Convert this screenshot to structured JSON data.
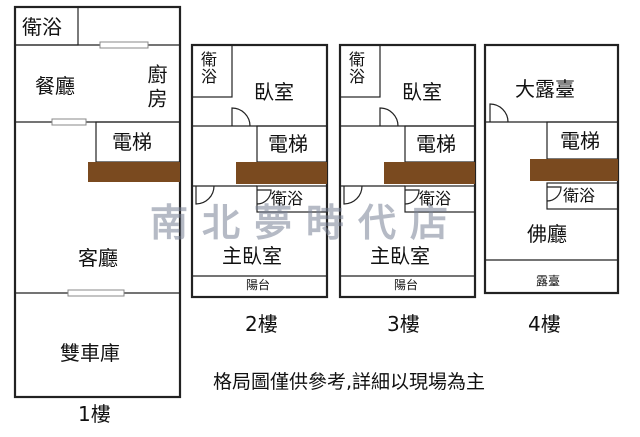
{
  "floors": [
    {
      "id": "floor-1",
      "caption": "1樓",
      "rooms": {
        "bath": "衛浴",
        "dining": "餐廳",
        "kitchen": "廚房",
        "elevator": "電梯",
        "living": "客廳",
        "garage": "雙車庫"
      }
    },
    {
      "id": "floor-2",
      "caption": "2樓",
      "rooms": {
        "bath_small": "衛浴",
        "bedroom": "臥室",
        "elevator": "電梯",
        "bath": "衛浴",
        "master": "主臥室",
        "balcony": "陽台"
      }
    },
    {
      "id": "floor-3",
      "caption": "3樓",
      "rooms": {
        "bath_small": "衛浴",
        "bedroom": "臥室",
        "elevator": "電梯",
        "bath": "衛浴",
        "master": "主臥室",
        "balcony": "陽台"
      }
    },
    {
      "id": "floor-4",
      "caption": "4樓",
      "rooms": {
        "terrace_large": "大露臺",
        "elevator": "電梯",
        "bath": "衛浴",
        "buddha_hall": "佛廳",
        "terrace": "露臺"
      }
    }
  ],
  "note": "格局圖僅供參考,詳細以現場為主",
  "watermark": "南北夢時代店",
  "colors": {
    "wall": "#222222",
    "staircase": "#7a4a1f",
    "watermark": "#78829a"
  }
}
